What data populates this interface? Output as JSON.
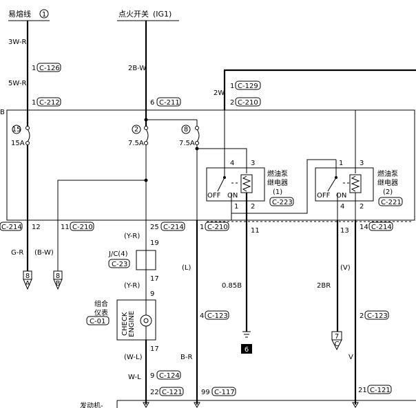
{
  "sources": {
    "fusible_link": "易熔线",
    "fusible_link_no": "1",
    "ignition_switch": "点火开关",
    "ignition_code": "(IG1)"
  },
  "wires": {
    "w_3wr": "3W-R",
    "w_5wr": "5W-R",
    "w_2bw": "2B-W",
    "w_2w": "2W",
    "w_gr": "G-R",
    "w_bw": "(B-W)",
    "w_yr1": "(Y-R)",
    "w_yr2": "(Y-R)",
    "w_l": "(L)",
    "w_wl1": "(W-L)",
    "w_wl2": "W-L",
    "w_br": "B-R",
    "w_085b": "0.85B",
    "w_2br": "2BR",
    "w_v1": "(V)",
    "w_v2": "V"
  },
  "connectors": {
    "c126_pin": "1",
    "c126": "C-126",
    "c212_pin": "1",
    "c212": "C-212",
    "c211_pin": "6",
    "c211": "C-211",
    "c129_pin": "1",
    "c129": "C-129",
    "c210_top_pin": "2",
    "c210_top": "C-210",
    "c214_left": "C-214",
    "c214_left_pin": "12",
    "c210_l_pin": "11",
    "c210_l": "C-210",
    "c214_mid_pin": "25",
    "c214_mid": "C-214",
    "c210_m_pin": "1",
    "c210_m": "C-210",
    "pin_11": "11",
    "pin_13": "13",
    "c214_r_pin": "14",
    "c214_r": "C-214",
    "jc_pin_top": "19",
    "jc_label": "J/C(4)",
    "c23": "C-23",
    "jc_pin_bot": "17",
    "meter_pin_top": "9",
    "meter_pin_bot": "17",
    "c124_pin": "9",
    "c124": "C-124",
    "c123_l_pin": "4",
    "c123_l": "C-123",
    "c123_r_pin": "2",
    "c123_r": "C-123",
    "c121_l_pin": "22",
    "c121_l": "C-121",
    "c117_pin": "99",
    "c117": "C-117",
    "c121_r_pin": "21",
    "c121_r": "C-121",
    "c223": "C-223",
    "c221": "C-221",
    "c01": "C-01"
  },
  "fuses": {
    "f15_no": "15",
    "f15_amp": "15A",
    "f2_no": "2",
    "f2_amp": "7.5A",
    "f8_no": "8",
    "f8_amp": "7.5A"
  },
  "box_label": "B",
  "relay1": {
    "name1": "燃油泵",
    "name2": "继电器",
    "num": "(1)",
    "pin_tl": "4",
    "pin_tr": "3",
    "pin_bl": "1",
    "pin_br": "2",
    "off": "OFF",
    "on": "ON"
  },
  "relay2": {
    "name1": "燃油泵",
    "name2": "继电器",
    "num": "(2)",
    "pin_tl": "1",
    "pin_tr": "3",
    "pin_bl": "4",
    "pin_br": "2",
    "off": "OFF",
    "on": "ON"
  },
  "meter": {
    "name1": "组合",
    "name2": "仪表",
    "check1": "CHECK",
    "check2": "ENGINE"
  },
  "refs": {
    "r8a": "8",
    "r8a_sub": "A",
    "r8b": "8",
    "r8b_sub": "B",
    "r7c": "7",
    "r7c_sub": "C",
    "ground_no": "6"
  },
  "bottom_label": "发动机-"
}
